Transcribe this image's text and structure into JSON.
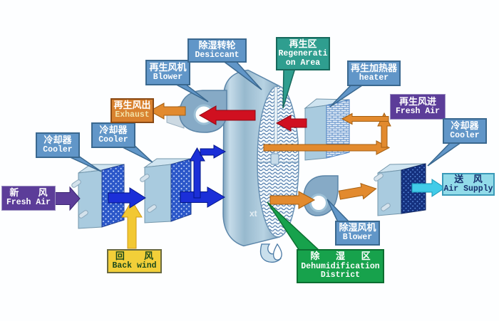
{
  "diagram_title": "desiccant-wheel-dehumidification-system",
  "labels": {
    "fresh_air": {
      "zh": "新      风",
      "en": "Fresh Air"
    },
    "cooler1": {
      "zh": "冷却器",
      "en": "Cooler"
    },
    "cooler2": {
      "zh": "冷却器",
      "en": "Cooler"
    },
    "back_wind": {
      "zh": "回      风",
      "en": "Back wind"
    },
    "regen_blower": {
      "zh": "再生风机",
      "en": "Blower"
    },
    "exhaust": {
      "zh": "再生风出",
      "en": "Exhaust"
    },
    "desiccant": {
      "zh": "除湿转轮",
      "en": "Desiccant"
    },
    "regen_area": {
      "zh": "再生区",
      "en": "Regenerati\non Area"
    },
    "heater": {
      "zh": "再生加热器",
      "en": "heater"
    },
    "regen_fresh_air": {
      "zh": "再生风进",
      "en": "Fresh Air"
    },
    "cooler3": {
      "zh": "冷却器",
      "en": "Cooler"
    },
    "air_supply": {
      "zh": "送   风",
      "en": "Air Supply"
    },
    "dehumid_blower": {
      "zh": "除湿风机",
      "en": "Blower"
    },
    "dehumid_area": {
      "zh": "除     湿     区",
      "en": "Dehumidification\nDistrict"
    },
    "watermark": "xt"
  },
  "colors": {
    "label_blue": "#6196c8",
    "label_teal": "#2f9e8f",
    "label_purple": "#5c3d99",
    "label_orange": "#d9822f",
    "label_yellow": "#f2cf39",
    "label_green": "#17a24c",
    "label_cyan": "#92dbe9",
    "arrow_blue": "#1b2fd8",
    "arrow_red": "#d01020",
    "arrow_orange": "#e28a2e",
    "arrow_cyan": "#41cbe8",
    "arrow_yellow": "#f2c832",
    "arrow_purple": "#5c3d99"
  }
}
